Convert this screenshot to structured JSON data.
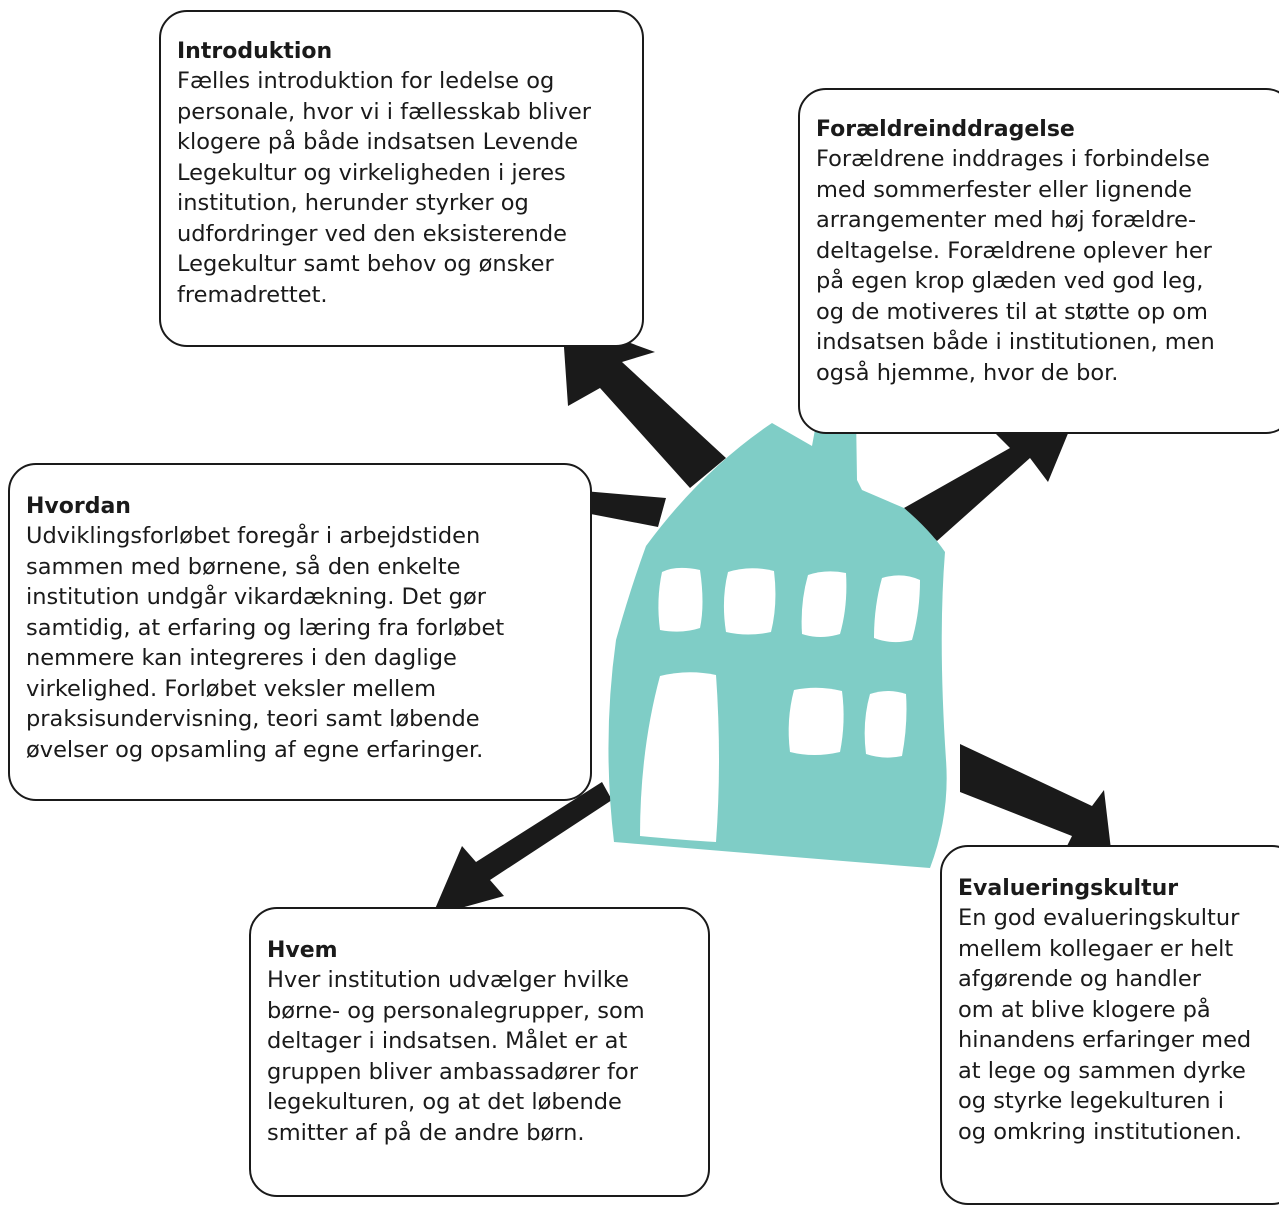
{
  "boxes": {
    "introduktion": {
      "title": "Introduktion",
      "text": "Fælles introduktion for ledelse og\npersonale, hvor vi i fællesskab bliver\nklogere på både indsatsen Levende\nLegekultur og virkeligheden i jeres\ninstitution, herunder styrker og\nudfordringer ved den eksisterende\nLegekultur samt behov og ønsker\nfremadrettet."
    },
    "foraeldreinddragelse": {
      "title": "Forældreinddragelse",
      "text": "Forældrene inddrages i forbindelse\nmed sommerfester eller lignende\narrangementer med høj forældre-\ndeltagelse. Forældrene oplever her\npå egen krop glæden ved god leg,\nog de motiveres til at støtte op om\nindsatsen både i institutionen, men\nogså hjemme, hvor de bor."
    },
    "hvordan": {
      "title": "Hvordan",
      "text": "Udviklingsforløbet foregår i arbejdstiden\nsammen med børnene, så den enkelte\ninstitution undgår vikardækning. Det gør\nsamtidig, at erfaring og læring fra forløbet\nnemmere kan integreres i den daglige\nvirkelighed. Forløbet veksler mellem\npraksisundervisning, teori samt løbende\nøvelser og opsamling af egne erfaringer."
    },
    "hvem": {
      "title": "Hvem",
      "text": "Hver institution udvælger hvilke\nbørne- og personalegrupper, som\ndeltager i indsatsen. Målet er at\ngruppen bliver ambassadører for\nlegekulturen, og at det løbende\nsmitter af på de andre børn."
    },
    "evalueringskultur": {
      "title": "Evalueringskultur",
      "text": "En god evalueringskultur\nmellem kollegaer er helt\nafgørende og handler\nom at blive klogere på\nhinandens erfaringer med\nat lege og sammen dyrke\nog styrke legekulturen i\nog omkring institutionen."
    }
  },
  "colors": {
    "house": "#7fcdc6",
    "arrow": "#1a1a1a",
    "border": "#1a1a1a",
    "window": "#ffffff"
  }
}
